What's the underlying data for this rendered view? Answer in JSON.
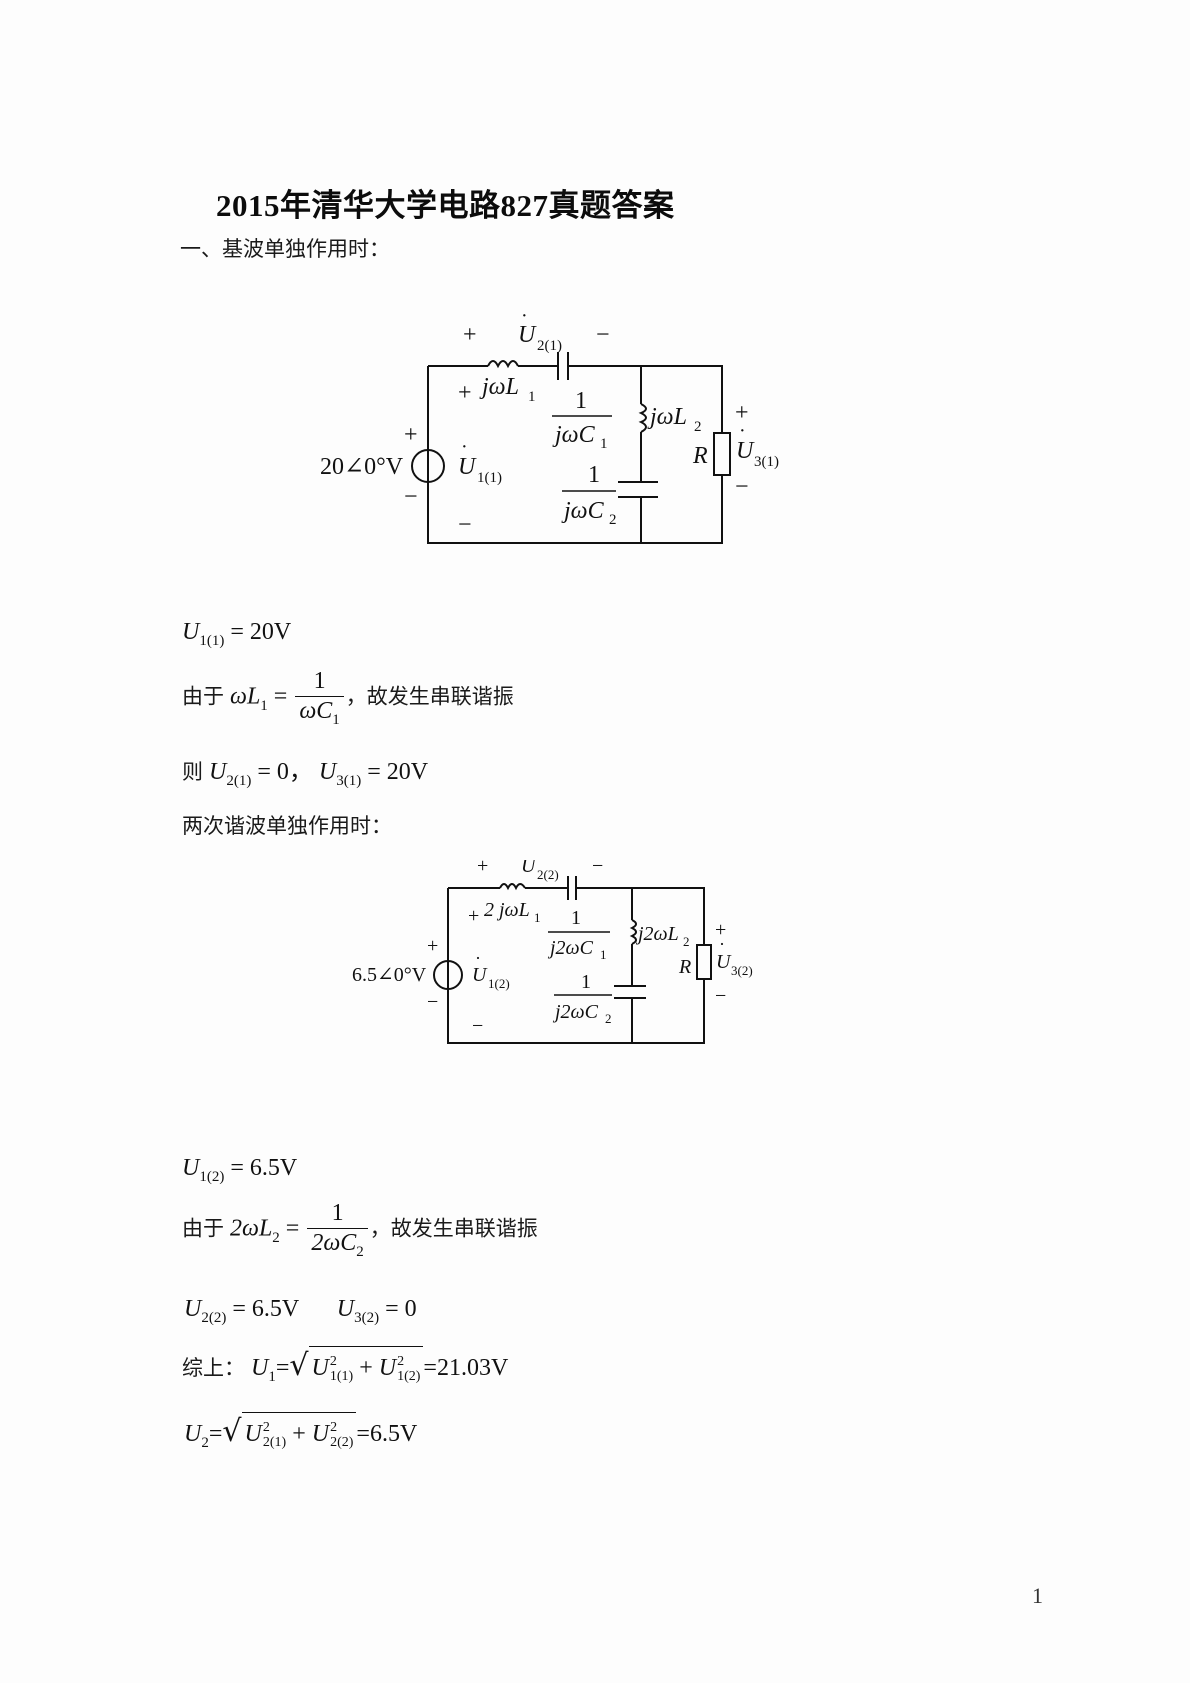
{
  "document": {
    "title": "2015年清华大学电路827真题答案",
    "page_number": "1"
  },
  "section1": {
    "heading": "一、基波单独作用时：",
    "circuit": {
      "source_value": "20∠0°V",
      "source_label": "U",
      "source_sub": "1(1)",
      "u2_label": "U",
      "u2_sub": "2(1)",
      "u3_label": "U",
      "u3_sub": "3(1)",
      "l1_label": "jωL",
      "l1_sub": "1",
      "c1_num": "1",
      "c1_den": "jωC",
      "c1_sub": "1",
      "l2_label": "jωL",
      "l2_sub": "2",
      "c2_num": "1",
      "c2_den": "jωC",
      "c2_sub": "2",
      "r_label": "R",
      "plus": "+",
      "minus": "−"
    },
    "eq1": {
      "var": "U",
      "sub": "1(1)",
      "rhs": "= 20V"
    },
    "eq2": {
      "prefix": "由于",
      "lhs": "ωL",
      "lhs_sub": "1",
      "eq": " =",
      "num": "1",
      "den": "ωC",
      "den_sub": "1",
      "suffix": "，故发生串联谐振"
    },
    "eq3": {
      "prefix": "则",
      "var1": "U",
      "sub1": "2(1)",
      "rhs1": "= 0，",
      "var2": "U",
      "sub2": "3(1)",
      "rhs2": "= 20V"
    }
  },
  "section2": {
    "heading": "两次谐波单独作用时：",
    "circuit": {
      "source_value": "6.5∠0°V",
      "source_label": "U",
      "source_sub": "1(2)",
      "u2_label": "U",
      "u2_sub": "2(2)",
      "u3_label": "U",
      "u3_sub": "3(2)",
      "l1_label": "2 jωL",
      "l1_sub": "1",
      "c1_num": "1",
      "c1_den": "j2ωC",
      "c1_sub": "1",
      "l2_label": "j2ωL",
      "l2_sub": "2",
      "c2_num": "1",
      "c2_den": "j2ωC",
      "c2_sub": "2",
      "r_label": "R",
      "plus": "+",
      "minus": "−"
    },
    "eq1": {
      "var": "U",
      "sub": "1(2)",
      "rhs": "= 6.5V"
    },
    "eq2": {
      "prefix": "由于",
      "lhs": "2ωL",
      "lhs_sub": "2",
      "eq": " =",
      "num": "1",
      "den": "2ωC",
      "den_sub": "2",
      "suffix": "，故发生串联谐振"
    },
    "eq3": {
      "var1": "U",
      "sub1": "2(2)",
      "rhs1": "= 6.5V",
      "var2": "U",
      "sub2": "3(2)",
      "rhs2": "= 0"
    }
  },
  "summary": {
    "prefix": "综上：",
    "u1": {
      "var": "U",
      "sub": "1",
      "eq": "=",
      "t1": "U",
      "t1_sup": "2",
      "t1_sub": "1(1)",
      "plus": "+",
      "t2": "U",
      "t2_sup": "2",
      "t2_sub": "1(2)",
      "result": "=21.03V"
    },
    "u2": {
      "var": "U",
      "sub": "2",
      "eq": "=",
      "t1": "U",
      "t1_sup": "2",
      "t1_sub": "2(1)",
      "plus": "+",
      "t2": "U",
      "t2_sup": "2",
      "t2_sub": "2(2)",
      "result": "=6.5V"
    }
  }
}
